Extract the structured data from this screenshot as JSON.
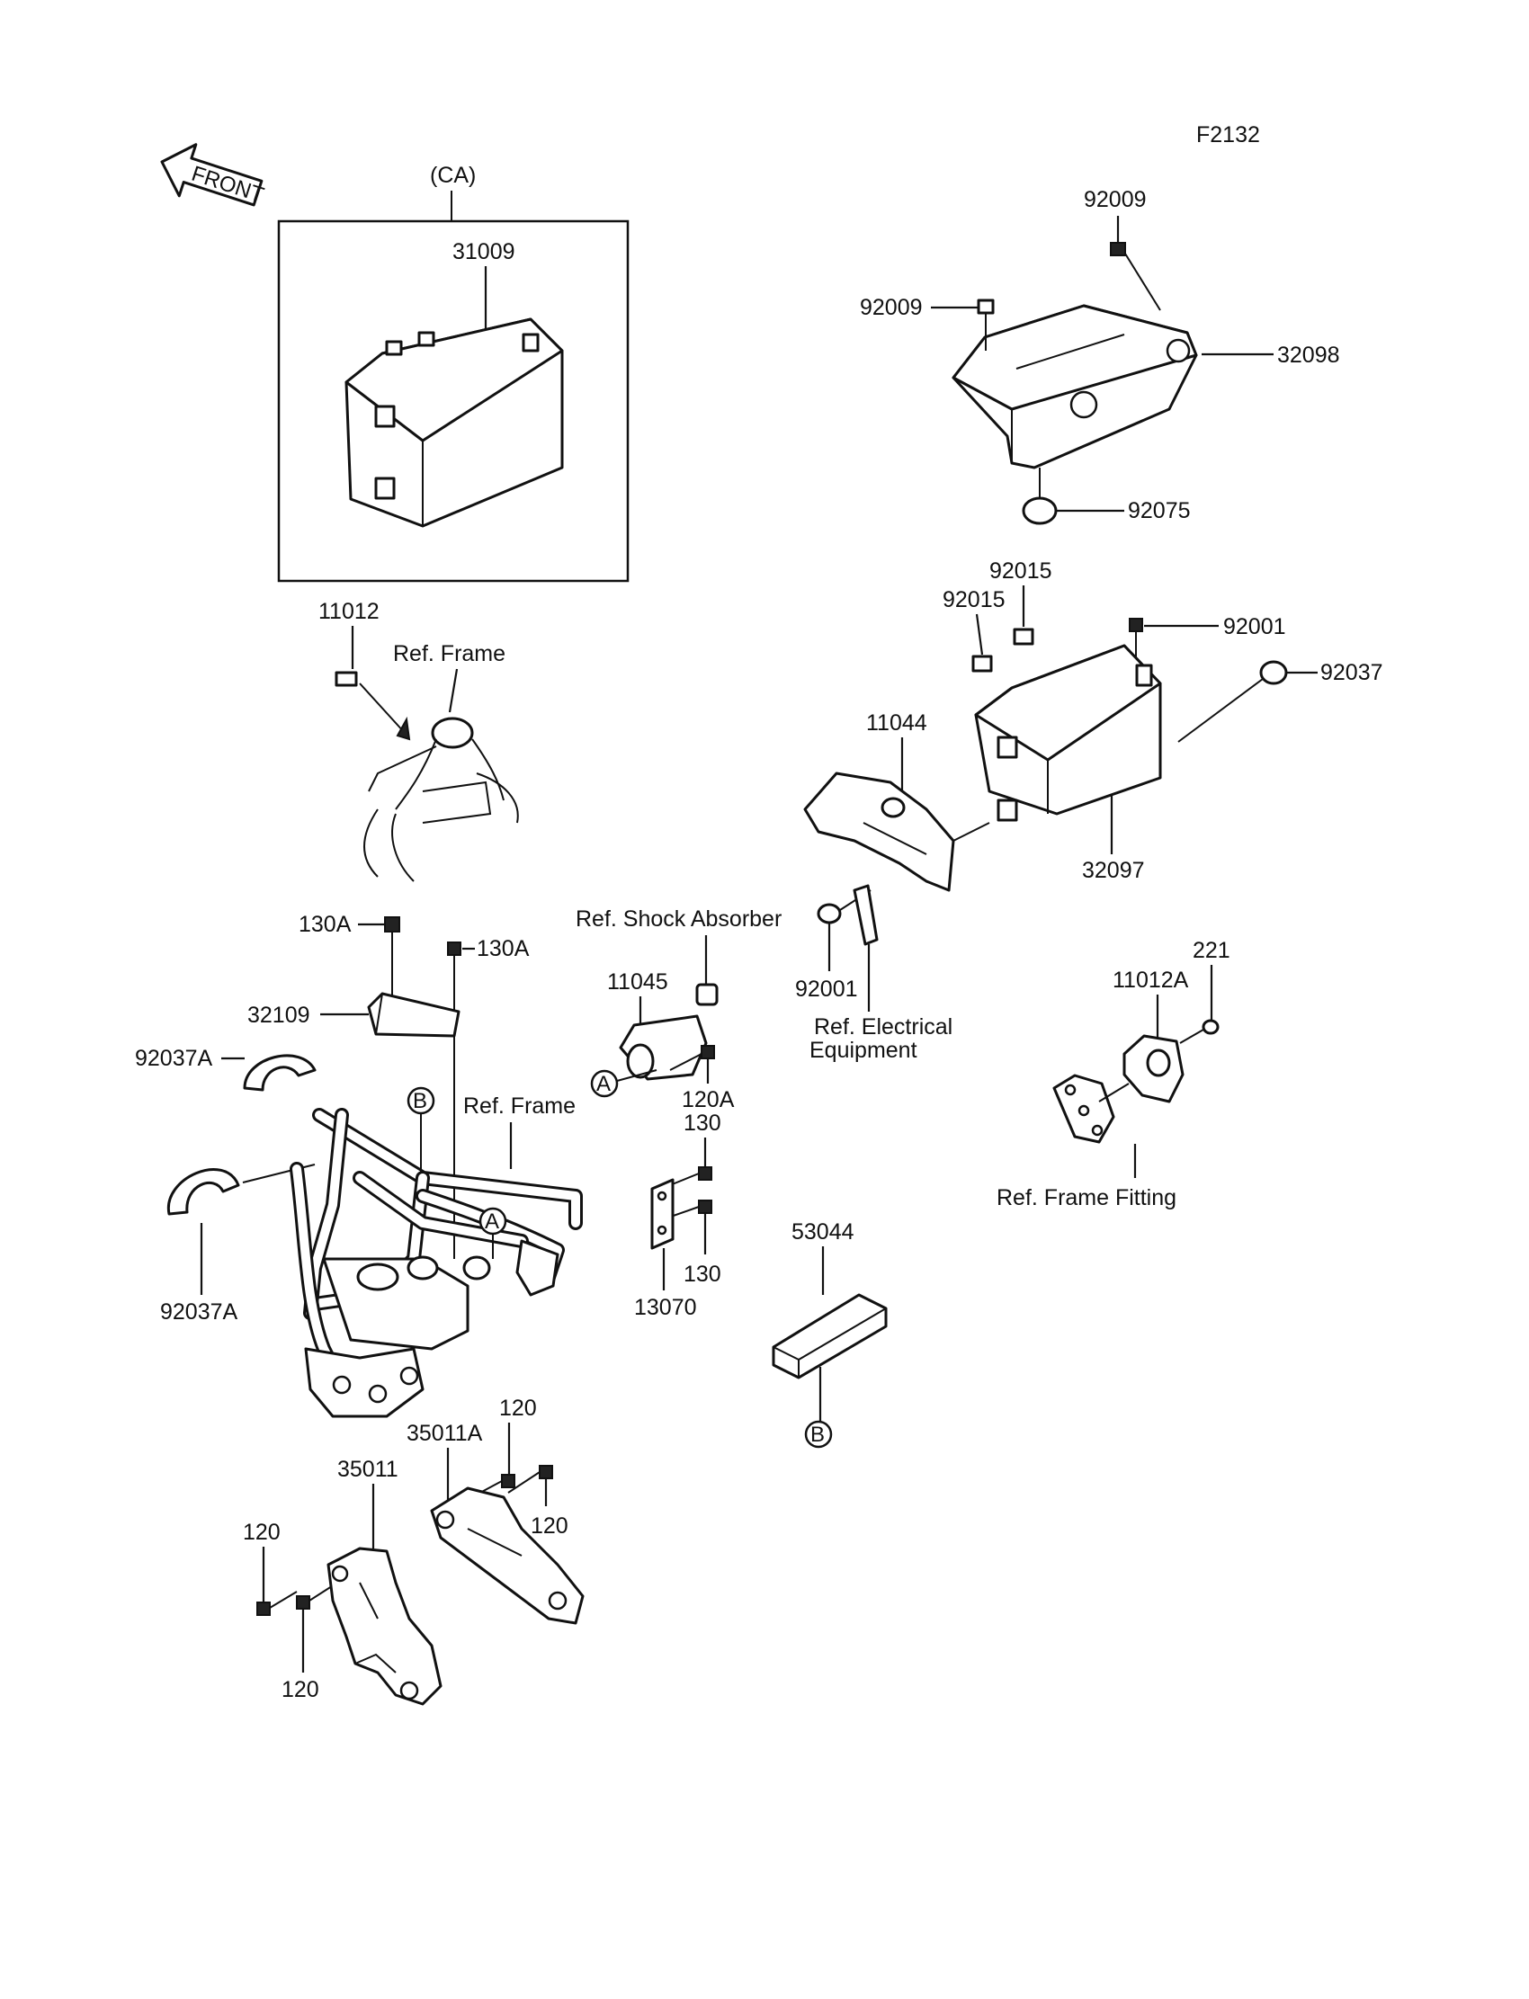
{
  "diagram": {
    "code": "F2132",
    "front_arrow": "FRONT",
    "ca_label": "(CA)",
    "parts": {
      "p31009": "31009",
      "p92009a": "92009",
      "p92009b": "92009",
      "p32098": "32098",
      "p92075": "92075",
      "p11012": "11012",
      "ref_frame_1": "Ref. Frame",
      "p92015a": "92015",
      "p92015b": "92015",
      "p92001a": "92001",
      "p92037": "92037",
      "p11044": "11044",
      "p32097": "32097",
      "p130a_1": "130A",
      "p130a_2": "130A",
      "ref_shock": "Ref. Shock Absorber",
      "p11045": "11045",
      "p92001b": "92001",
      "ref_elec_1": "Ref. Electrical",
      "ref_elec_2": "Equipment",
      "p221": "221",
      "p11012a": "11012A",
      "p32109": "32109",
      "p92037a_1": "92037A",
      "p92037a_2": "92037A",
      "ref_frame_2": "Ref. Frame",
      "p120a": "120A",
      "p130_1": "130",
      "p130_2": "130",
      "p13070": "13070",
      "ref_frame_fitting": "Ref. Frame Fitting",
      "p53044": "53044",
      "p120_1": "120",
      "p35011a": "35011A",
      "p120_2": "120",
      "p35011": "35011",
      "p120_3": "120",
      "p120_4": "120"
    },
    "markers": {
      "a1": "A",
      "a2": "A",
      "b1": "B",
      "b2": "B"
    }
  }
}
